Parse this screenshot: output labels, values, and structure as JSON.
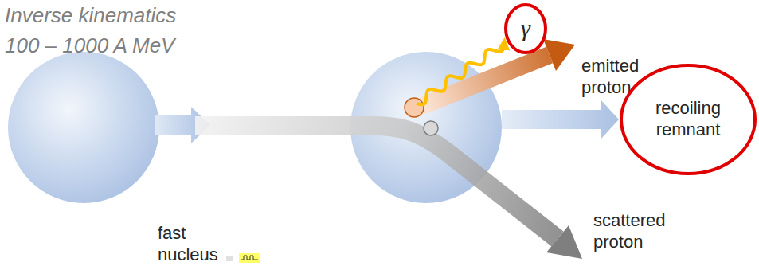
{
  "diagram": {
    "nodes": [
      {
        "text": [
          "γ"
        ]
      },
      {
        "text": [
          "recoiling remnant"
        ]
      }
    ],
    "labels": [
      "Inverse kinematics",
      "100 – 1000 A MeV",
      "emitted proton",
      "scattered proton",
      "fast nucleus"
    ]
  }
}
